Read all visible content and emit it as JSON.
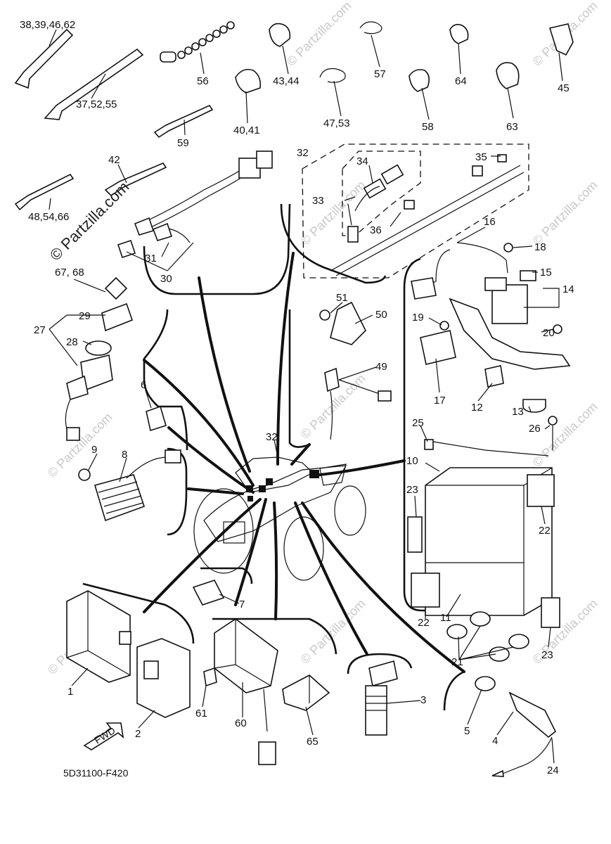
{
  "diagram": {
    "code": "5D31100-F420",
    "fwd_label": "FWD",
    "copyright_mark": "© Partzilla.com",
    "watermark_text": "© Partzilla.com",
    "labels": {
      "l_38_39_46_62": "38,39,46,62",
      "l_37_52_55": "37,52,55",
      "l_56": "56",
      "l_59": "59",
      "l_40_41": "40,41",
      "l_43_44": "43,44",
      "l_47_53": "47,53",
      "l_57": "57",
      "l_58": "58",
      "l_64": "64",
      "l_63": "63",
      "l_45": "45",
      "l_42": "42",
      "l_48_54_66": "48,54,66",
      "l_32a": "32",
      "l_34": "34",
      "l_35": "35",
      "l_33": "33",
      "l_36": "36",
      "l_31": "31",
      "l_30": "30",
      "l_16": "16",
      "l_18": "18",
      "l_15": "15",
      "l_14": "14",
      "l_67_68": "67, 68",
      "l_29": "29",
      "l_27": "27",
      "l_28": "28",
      "l_51": "51",
      "l_50": "50",
      "l_19": "19",
      "l_20": "20",
      "l_49": "49",
      "l_17": "17",
      "l_12": "12",
      "l_13": "13",
      "l_6": "6",
      "l_25": "25",
      "l_26": "26",
      "l_32b": "32",
      "l_9": "9",
      "l_8": "8",
      "l_10": "10",
      "l_23a": "23",
      "l_22a": "22",
      "l_7": "7",
      "l_22b": "22",
      "l_11": "11",
      "l_21": "21",
      "l_23b": "23",
      "l_1": "1",
      "l_2": "2",
      "l_3": "3",
      "l_61": "61",
      "l_60": "60",
      "l_65": "65",
      "l_5": "5",
      "l_4": "4",
      "l_24": "24"
    }
  }
}
